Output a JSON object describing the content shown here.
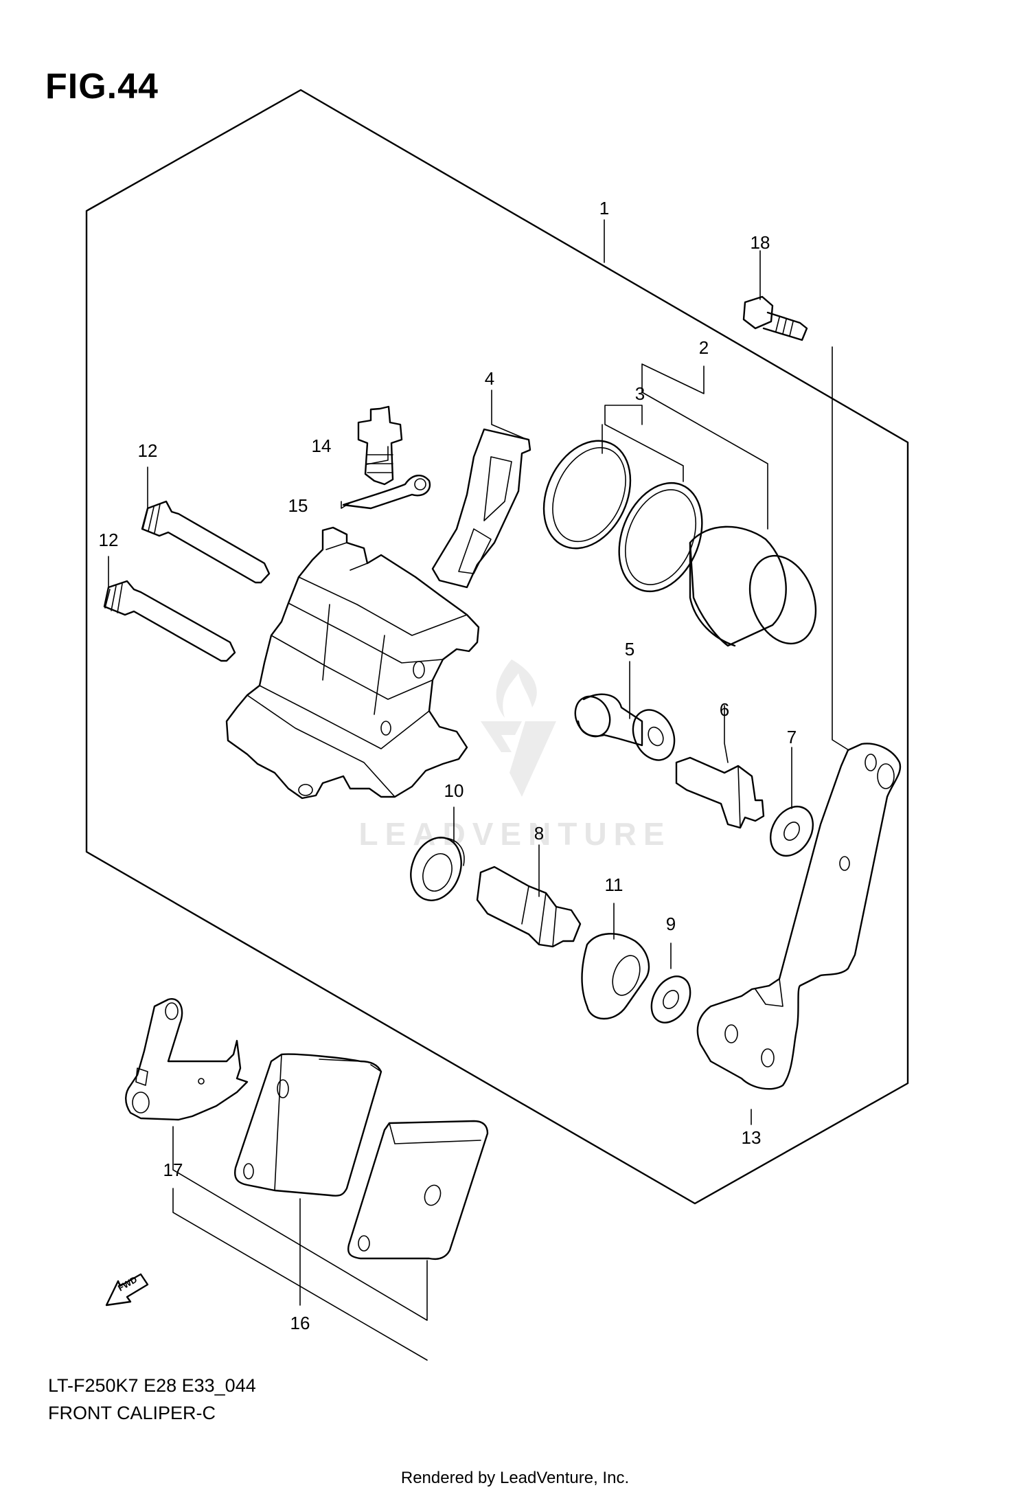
{
  "figure": {
    "title": "FIG.44",
    "caption_code": "LT-F250K7 E28 E33_044",
    "caption_name": "FRONT CALIPER-C",
    "rendered_by": "Rendered by LeadVenture, Inc.",
    "watermark": "LEADVENTURE",
    "direction_label": "FWD"
  },
  "callouts": [
    {
      "id": "c1",
      "label": "1"
    },
    {
      "id": "c2",
      "label": "2"
    },
    {
      "id": "c3",
      "label": "3"
    },
    {
      "id": "c4",
      "label": "4"
    },
    {
      "id": "c5",
      "label": "5"
    },
    {
      "id": "c6",
      "label": "6"
    },
    {
      "id": "c7",
      "label": "7"
    },
    {
      "id": "c8",
      "label": "8"
    },
    {
      "id": "c9",
      "label": "9"
    },
    {
      "id": "c10",
      "label": "10"
    },
    {
      "id": "c11",
      "label": "11"
    },
    {
      "id": "c12a",
      "label": "12"
    },
    {
      "id": "c12b",
      "label": "12"
    },
    {
      "id": "c13",
      "label": "13"
    },
    {
      "id": "c14",
      "label": "14"
    },
    {
      "id": "c15",
      "label": "15"
    },
    {
      "id": "c16",
      "label": "16"
    },
    {
      "id": "c17",
      "label": "17"
    },
    {
      "id": "c18",
      "label": "18"
    }
  ]
}
